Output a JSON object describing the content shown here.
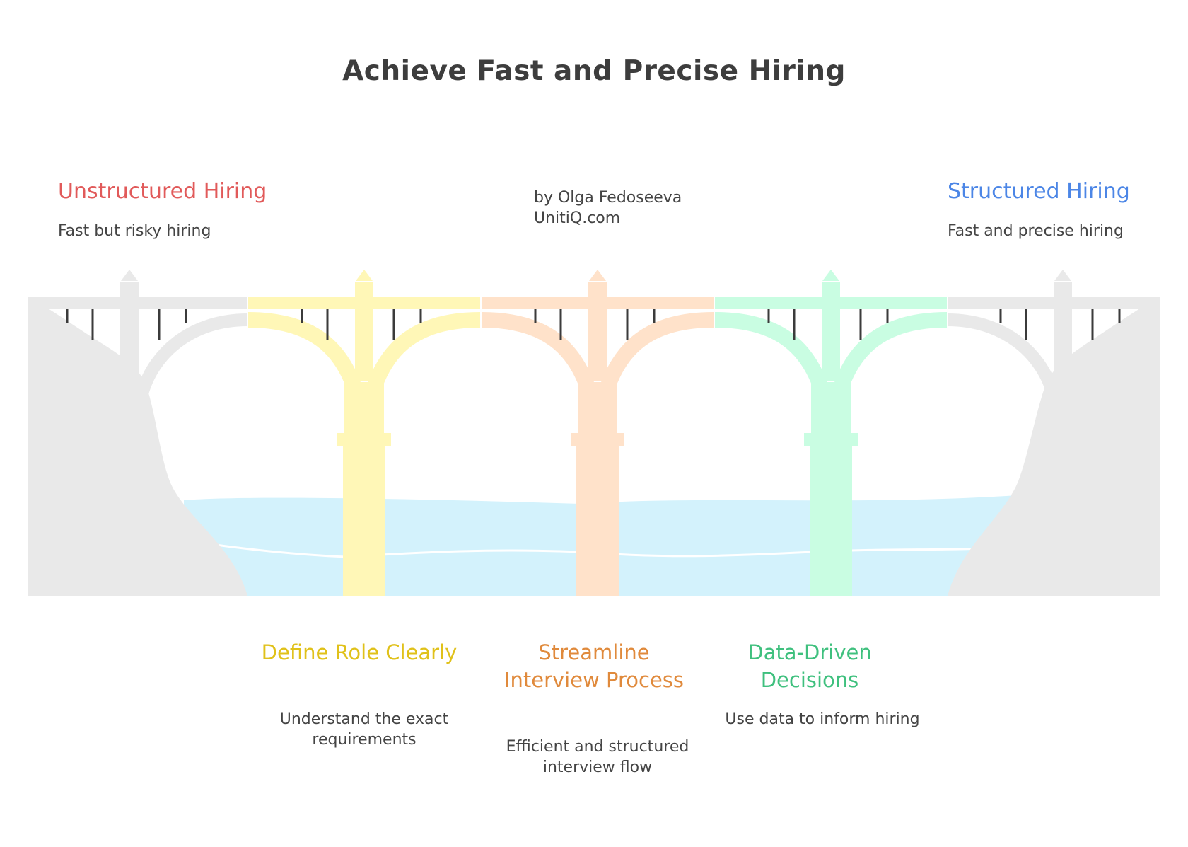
{
  "title": "Achieve Fast and Precise Hiring",
  "byline": {
    "author": "by Olga Fedoseeva",
    "site": "UnitiQ.com"
  },
  "left": {
    "label": "Unstructured Hiring",
    "description": "Fast but risky hiring"
  },
  "right": {
    "label": "Structured Hiring",
    "description": "Fast and precise hiring"
  },
  "stages": [
    {
      "title": "Define Role Clearly",
      "description": "Understand the exact requirements",
      "color": "#fff7b7",
      "text_color": "#e0c11a"
    },
    {
      "title": "Streamline Interview Process",
      "description": "Efficient and structured interview flow",
      "color": "#ffe2ca",
      "text_color": "#e08a3c"
    },
    {
      "title": "Data-Driven Decisions",
      "description": "Use data to inform hiring",
      "color": "#c9fde2",
      "text_color": "#3fc07e"
    }
  ],
  "colors": {
    "left_label": "#e15a5a",
    "right_label": "#4c86e6",
    "bridge_gray": "#e9e9e9",
    "water": "#d3f2fc",
    "cable": "#3b3b3b"
  }
}
